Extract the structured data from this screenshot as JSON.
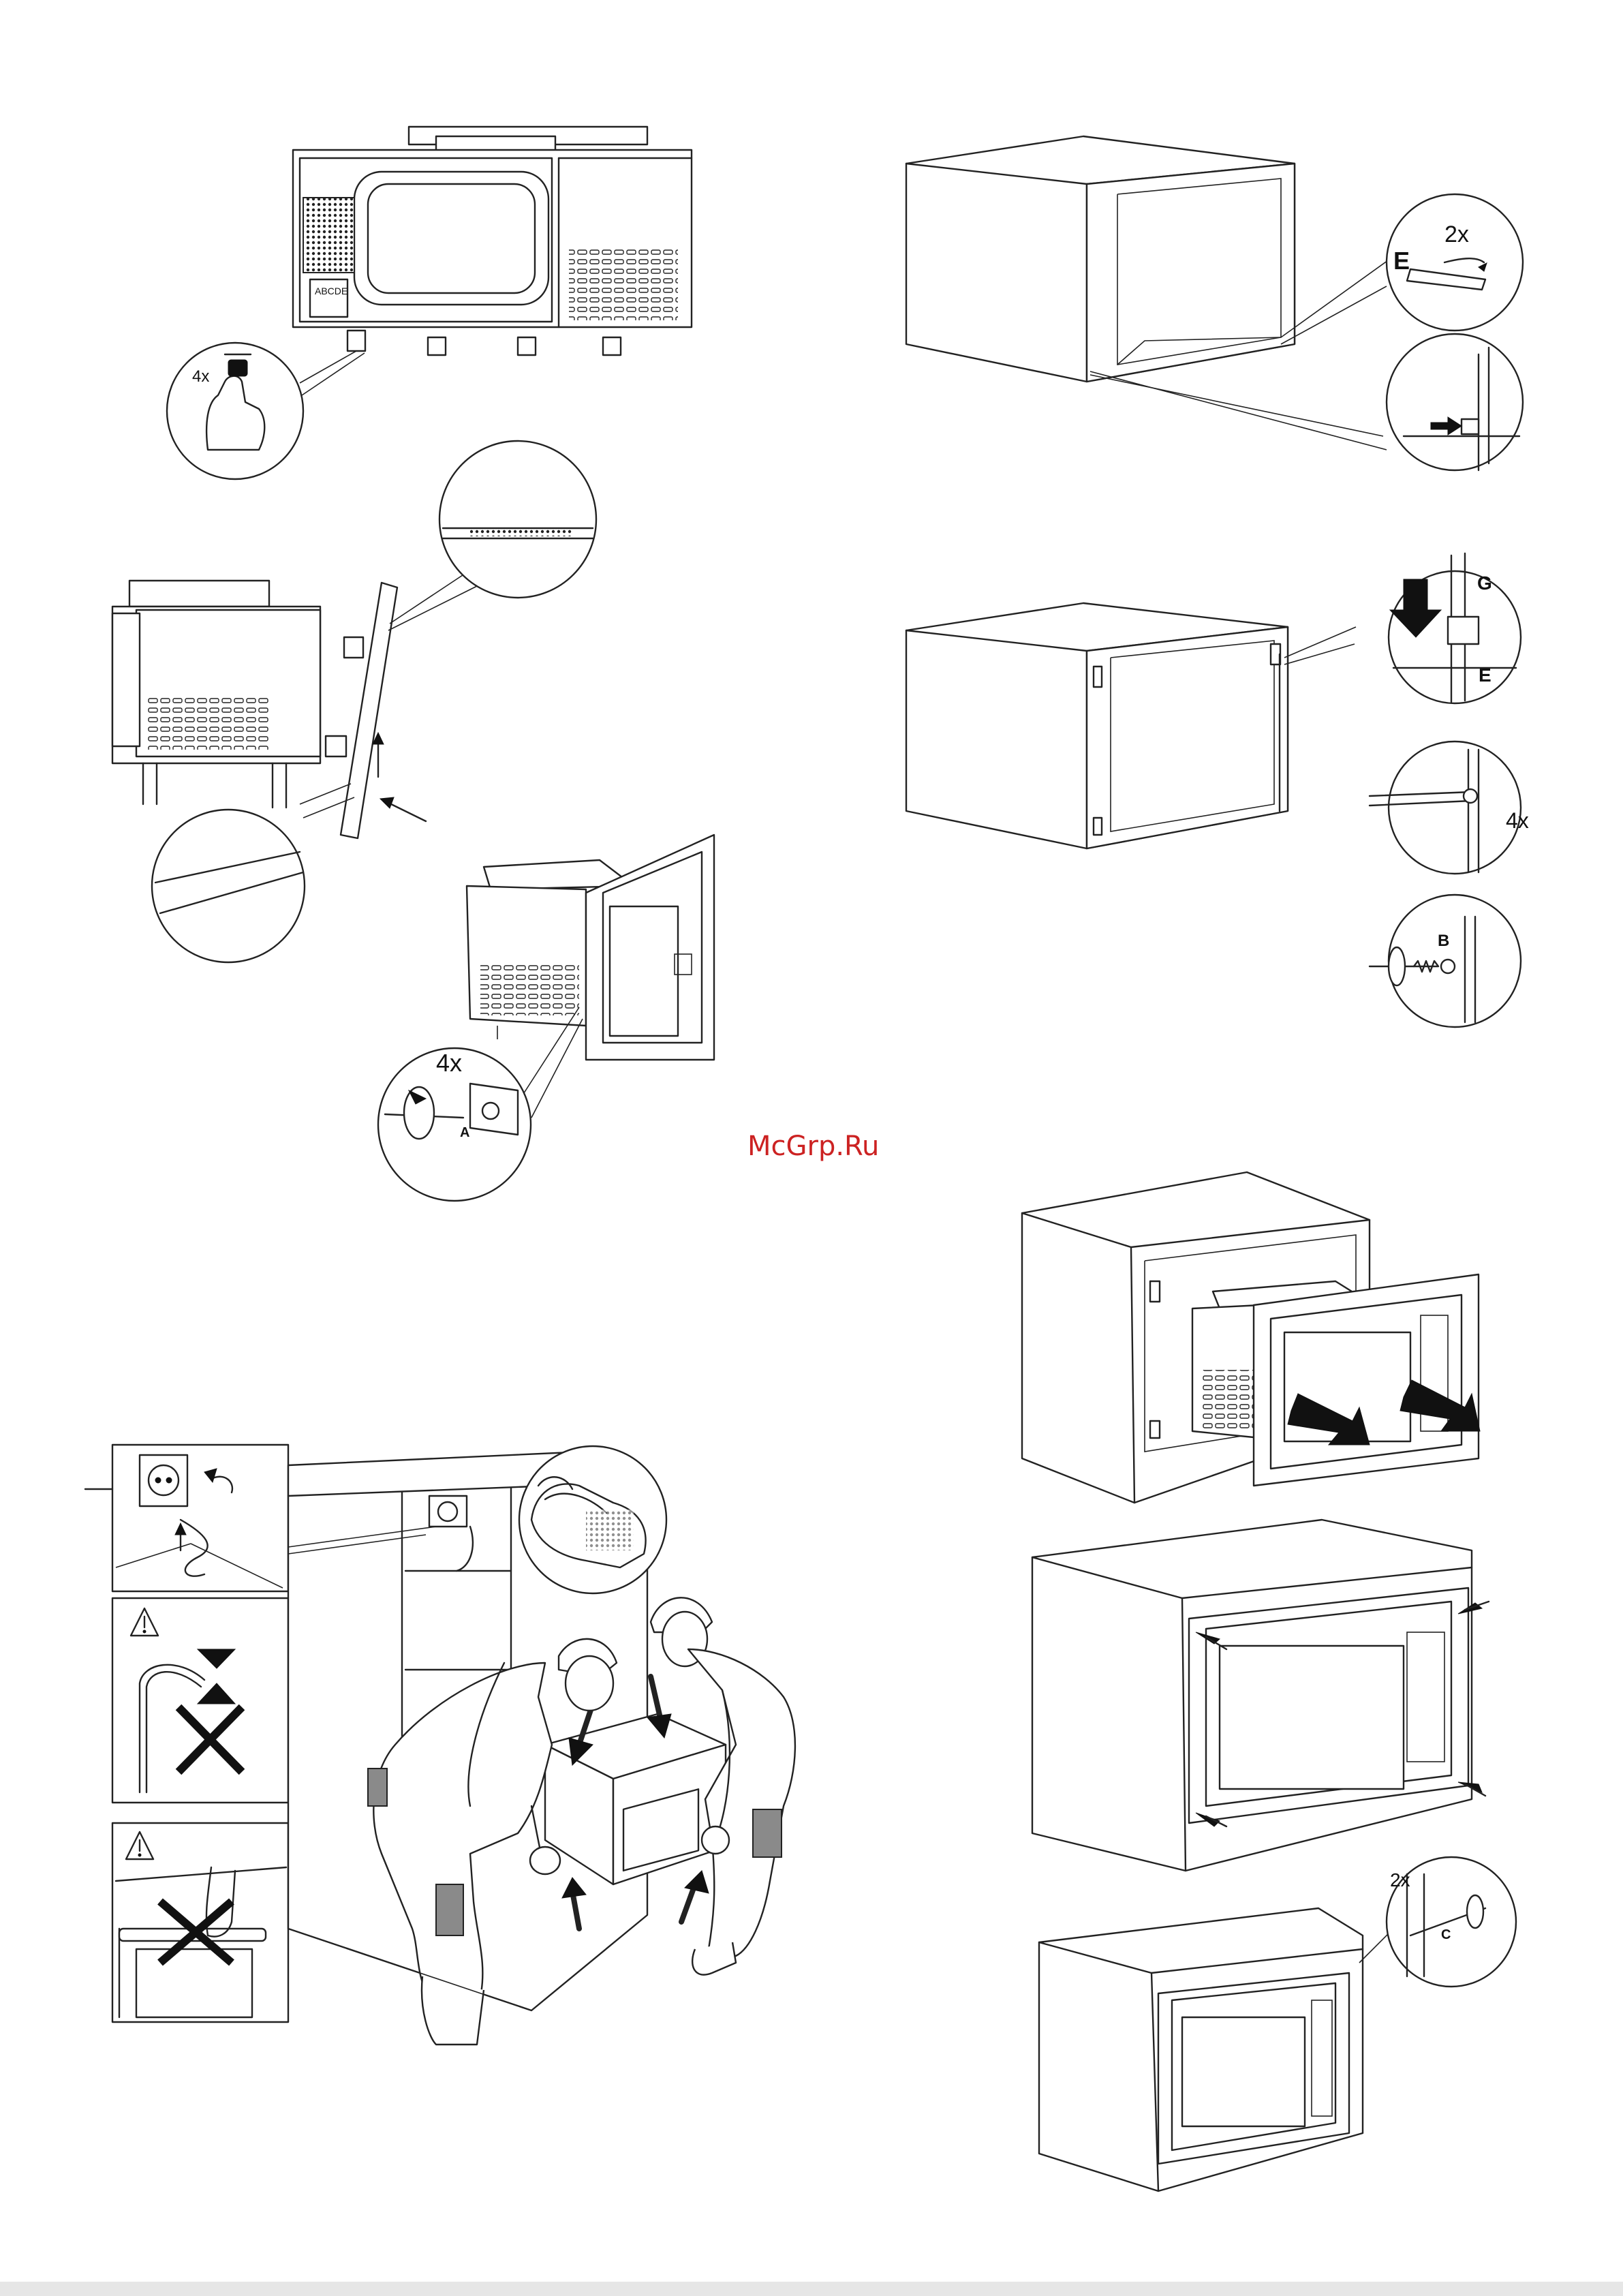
{
  "watermark": "McGrp.Ru",
  "steps": {
    "remove_feet": {
      "count_label": "4x"
    },
    "cabinet_prep": {
      "count_label": "2x",
      "part_label": "E"
    },
    "bracket_fit": {
      "part_g": "G",
      "part_e": "E",
      "count_label": "4x",
      "part_b": "B"
    },
    "frame_screws": {
      "count_label": "4x",
      "part_label": "A"
    },
    "final_fix": {
      "count_label": "2x",
      "part_label": "C"
    }
  },
  "icons": {
    "warning": "warning-triangle-icon",
    "prohibited": "cross-icon",
    "gloves": "gloves-icon",
    "socket": "power-socket-icon",
    "screwdriver": "screwdriver-icon"
  }
}
